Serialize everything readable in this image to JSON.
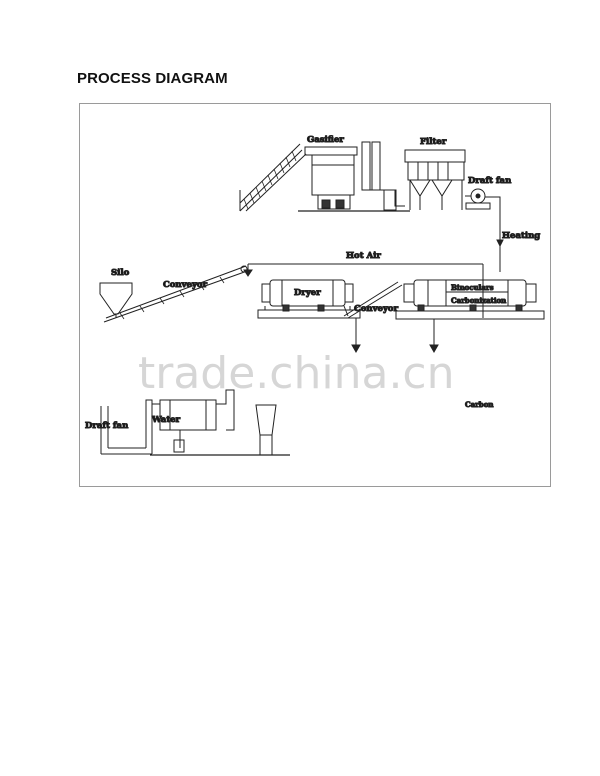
{
  "heading": "PROCESS DIAGRAM",
  "labels": {
    "gasifier": "Gasifier",
    "filter": "Filter",
    "draft_fan_top": "Draft fan",
    "heating": "Heating",
    "hot_air": "Hot Air",
    "silo": "Silo",
    "conveyor_left": "Conveyor",
    "dryer": "Dryer",
    "conveyor_mid": "Conveyor",
    "binoculars": "Binoculars",
    "carbonization": "Carbonization",
    "carbon": "Carbon",
    "draft_fan_bottom": "Draft fan",
    "water": "Water"
  },
  "watermark": "trade.china.cn"
}
